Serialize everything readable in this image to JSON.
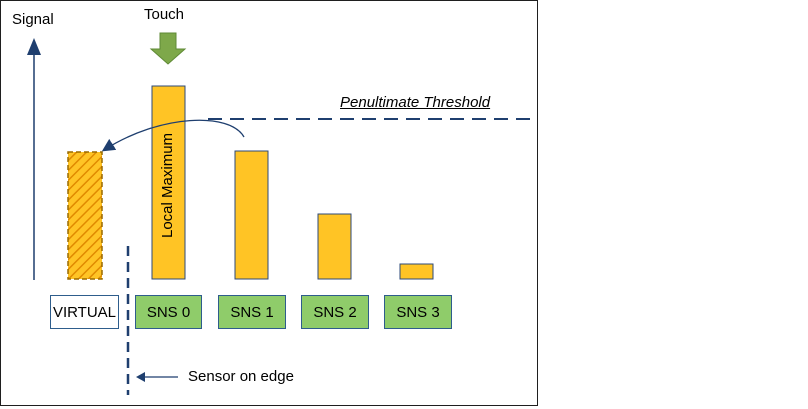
{
  "labels": {
    "signal_axis": "Signal",
    "touch": "Touch",
    "threshold": "Penultimate Threshold",
    "local_maximum": "Local Maximum",
    "sensor_on_edge": "Sensor on edge"
  },
  "sensors": [
    "VIRTUAL",
    "SNS 0",
    "SNS 1",
    "SNS 2",
    "SNS 3"
  ],
  "bar_values": {
    "virtual": 0.6,
    "sns0": 0.9,
    "sns1": 0.6,
    "sns2": 0.3,
    "sns3": 0.07
  },
  "colors": {
    "bar_fill": "#ffc425",
    "bar_stroke": "#2e4a78",
    "sensor_fill": "#8fcc6a",
    "arrow_green": "#7ea84a",
    "line_blue": "#1f3f6f"
  }
}
